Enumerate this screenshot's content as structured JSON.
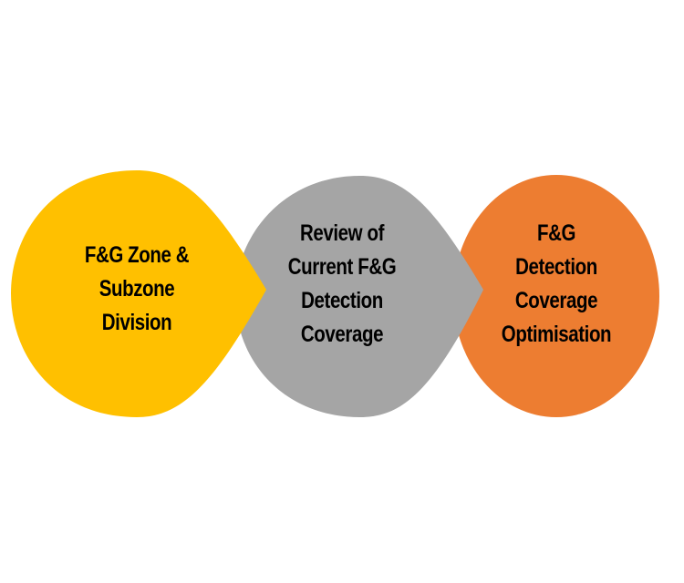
{
  "steps": [
    {
      "lines": [
        "F&G Zone &",
        "Subzone",
        "Division"
      ],
      "color": "#FFC000"
    },
    {
      "lines": [
        "Review of",
        "Current F&G",
        "Detection",
        "Coverage"
      ],
      "color": "#A5A5A5"
    },
    {
      "lines": [
        "F&G",
        "Detection",
        "Coverage",
        "Optimisation"
      ],
      "color": "#ED7D31"
    }
  ]
}
